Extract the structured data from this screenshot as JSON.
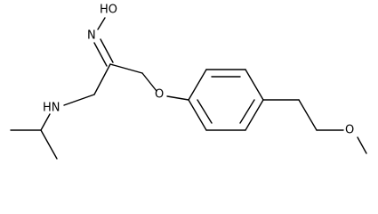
{
  "diagram": {
    "type": "chemical-structure",
    "background_color": "#ffffff",
    "bond_color": "#000000",
    "label_color": "#000000",
    "atom_labels": {
      "hydroxyl": "HO",
      "imine_nitrogen": "N",
      "amine": "HN",
      "ether_oxygen": "O",
      "methoxy_oxygen": "O"
    }
  }
}
